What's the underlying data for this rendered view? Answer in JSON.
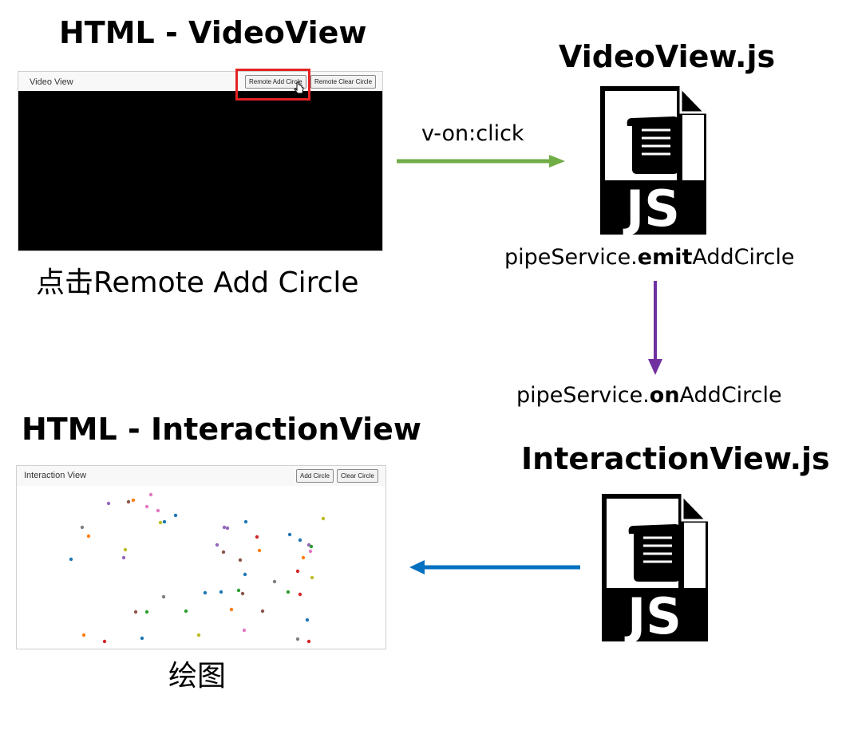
{
  "video_section": {
    "title": "HTML - VideoView",
    "panel_title": "Video View",
    "buttons": [
      "Remote Add Circle",
      "Remote Clear Circle"
    ],
    "caption": "点击Remote Add Circle"
  },
  "videoview_js": {
    "title": "VideoView.js",
    "icon_text": "JS",
    "method_prefix": "pipeService.",
    "method_bold": "emit",
    "method_suffix": "AddCircle"
  },
  "arrow_click_label": "v-on:click",
  "on_method": {
    "prefix": "pipeService.",
    "bold": "on",
    "suffix": "AddCircle"
  },
  "interaction_section": {
    "title": "HTML - InteractionView",
    "panel_title": "Interaction View",
    "buttons": [
      "Add Circle",
      "Clear Circle"
    ],
    "caption": "绘图"
  },
  "interactionview_js": {
    "title": "InteractionView.js",
    "icon_text": "JS"
  },
  "colors": {
    "arrow_green": "#70ad47",
    "arrow_purple": "#7030a0",
    "arrow_blue": "#0070c0",
    "highlight_red": "#e52222"
  }
}
